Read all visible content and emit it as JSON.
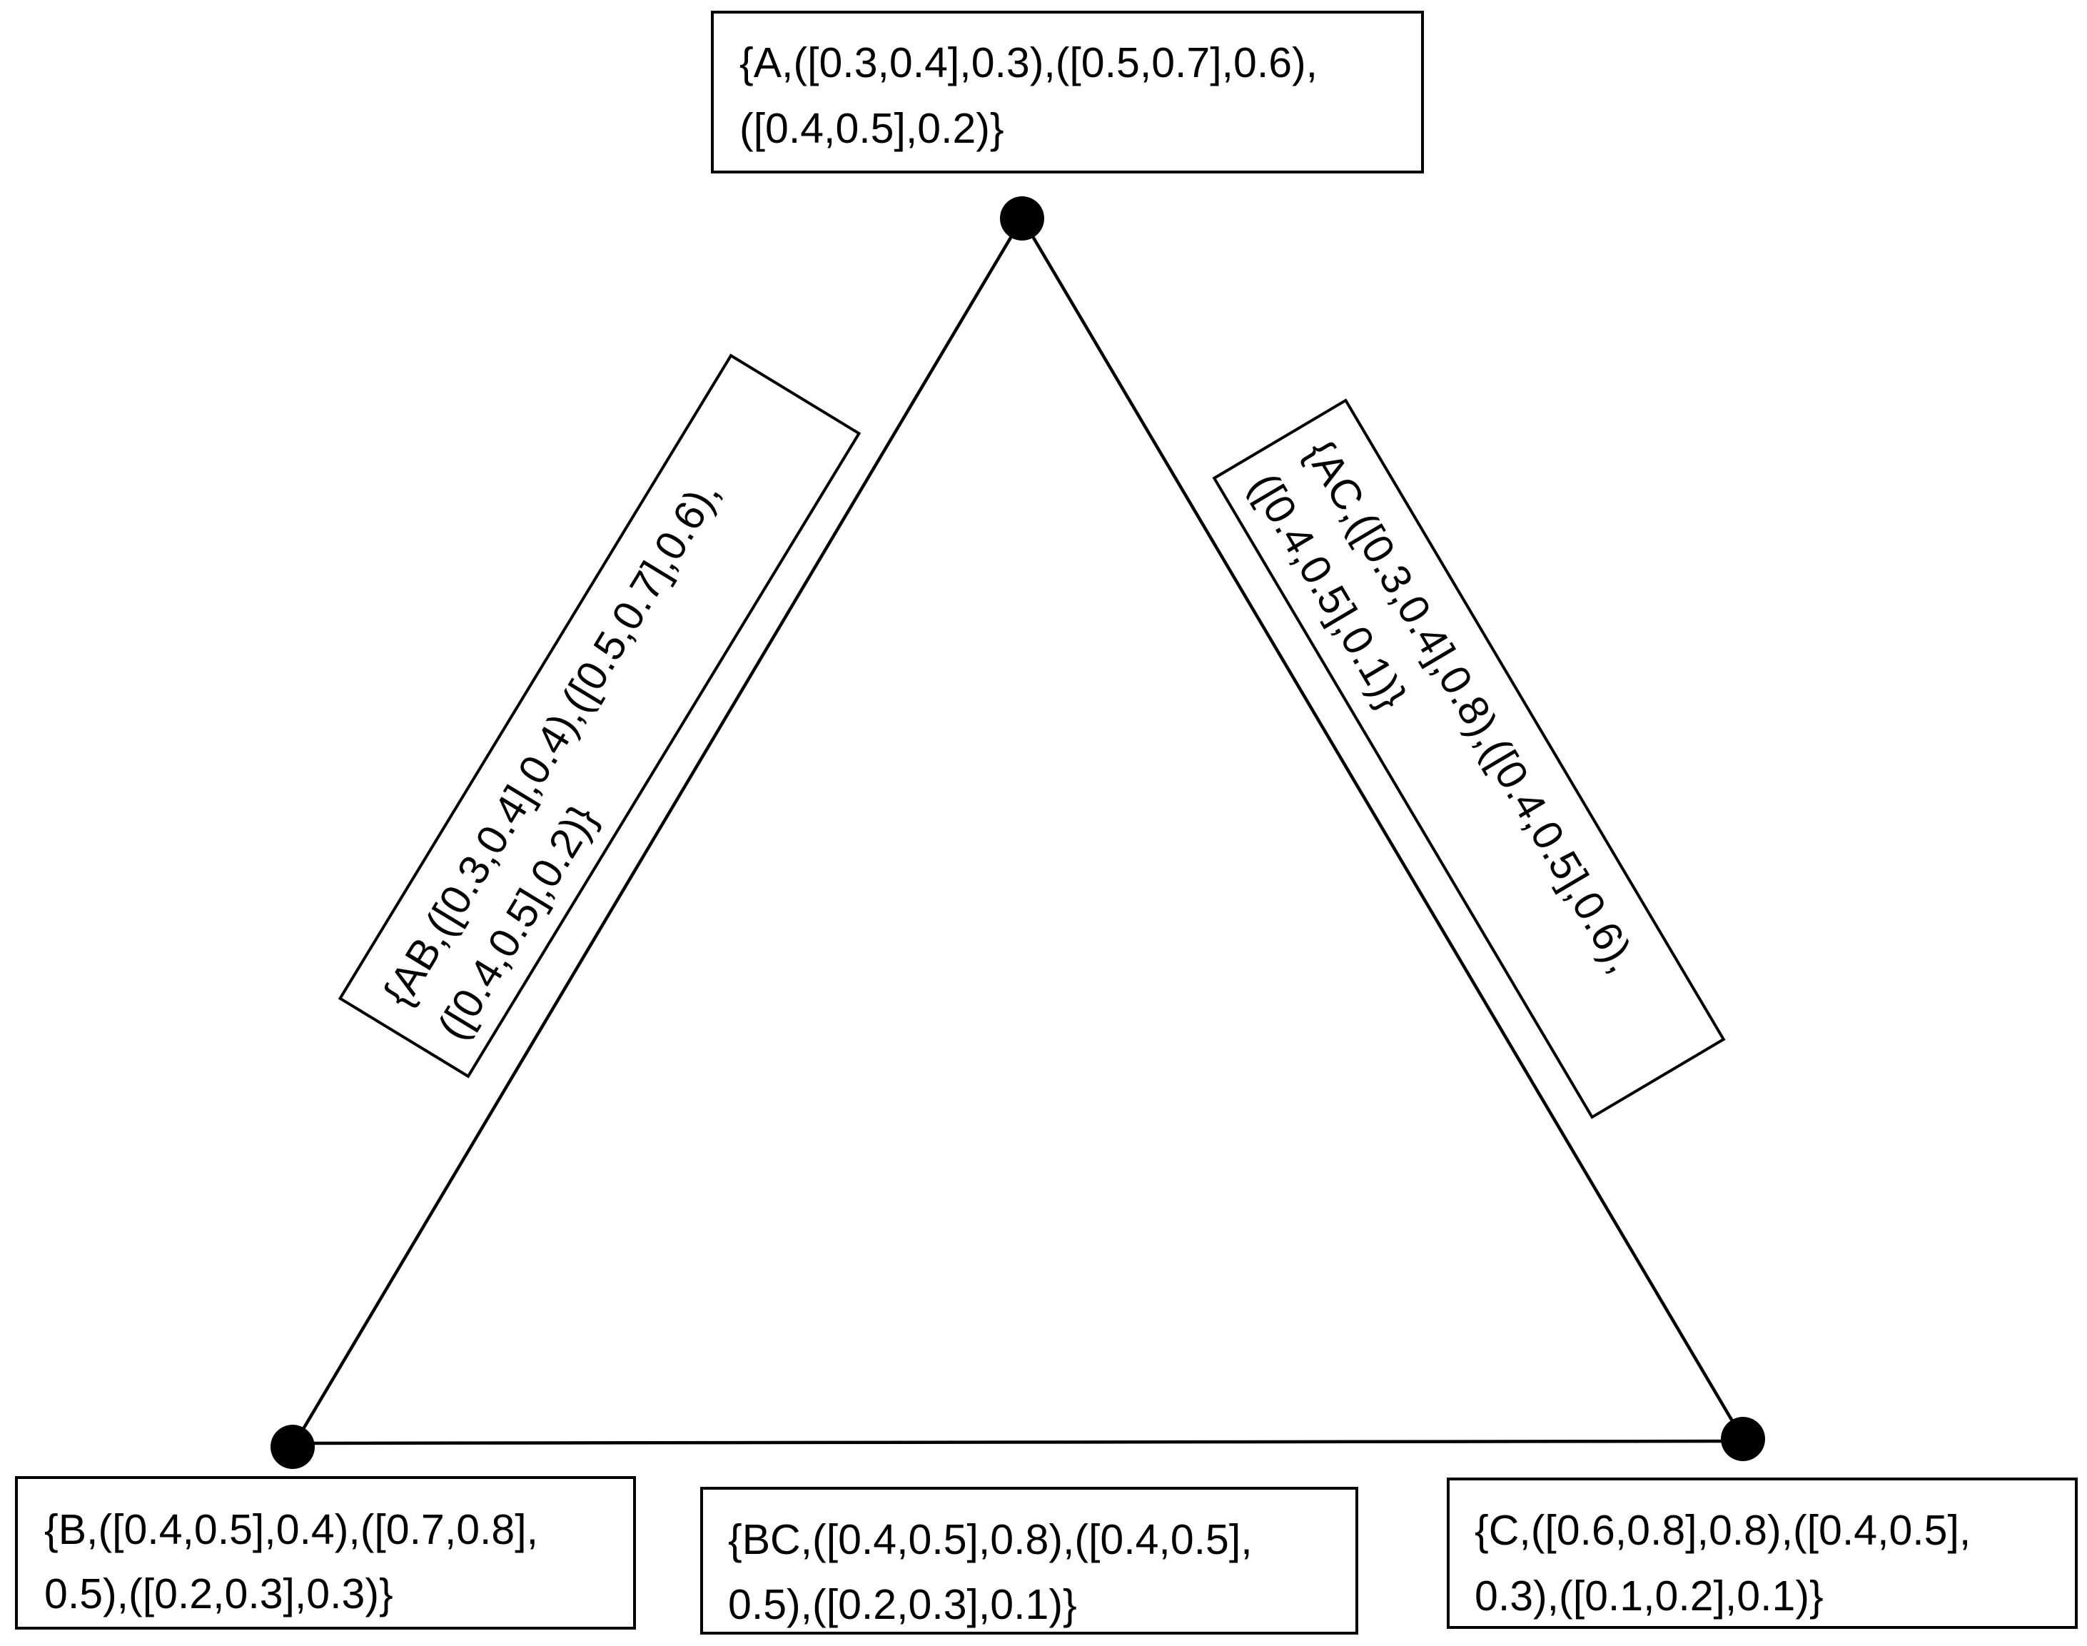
{
  "nodes": {
    "A": {
      "lines": [
        "{A,([0.3,0.4],0.3),([0.5,0.7],0.6),",
        "([0.4,0.5],0.2)}"
      ]
    },
    "B": {
      "lines": [
        "{B,([0.4,0.5],0.4),([0.7,0.8],",
        "0.5),([0.2,0.3],0.3)}"
      ]
    },
    "C": {
      "lines": [
        "{C,([0.6,0.8],0.8),([0.4,0.5],",
        "0.3),([0.1,0.2],0.1)}"
      ]
    }
  },
  "edges": {
    "AB": {
      "lines": [
        "{AB,([0.3,0.4],0.4),([0.5,0.7],0.6),",
        "([0.4,0.5],0.2)}"
      ]
    },
    "AC": {
      "lines": [
        "{AC,([0.3,0.4],0.8),([0.4,0.5],0.6),",
        "([0.4,0.5],0.1)}"
      ]
    },
    "BC": {
      "lines": [
        "{BC,([0.4,0.5],0.8),([0.4,0.5],",
        "0.5),([0.2,0.3],0.1)}"
      ]
    }
  }
}
